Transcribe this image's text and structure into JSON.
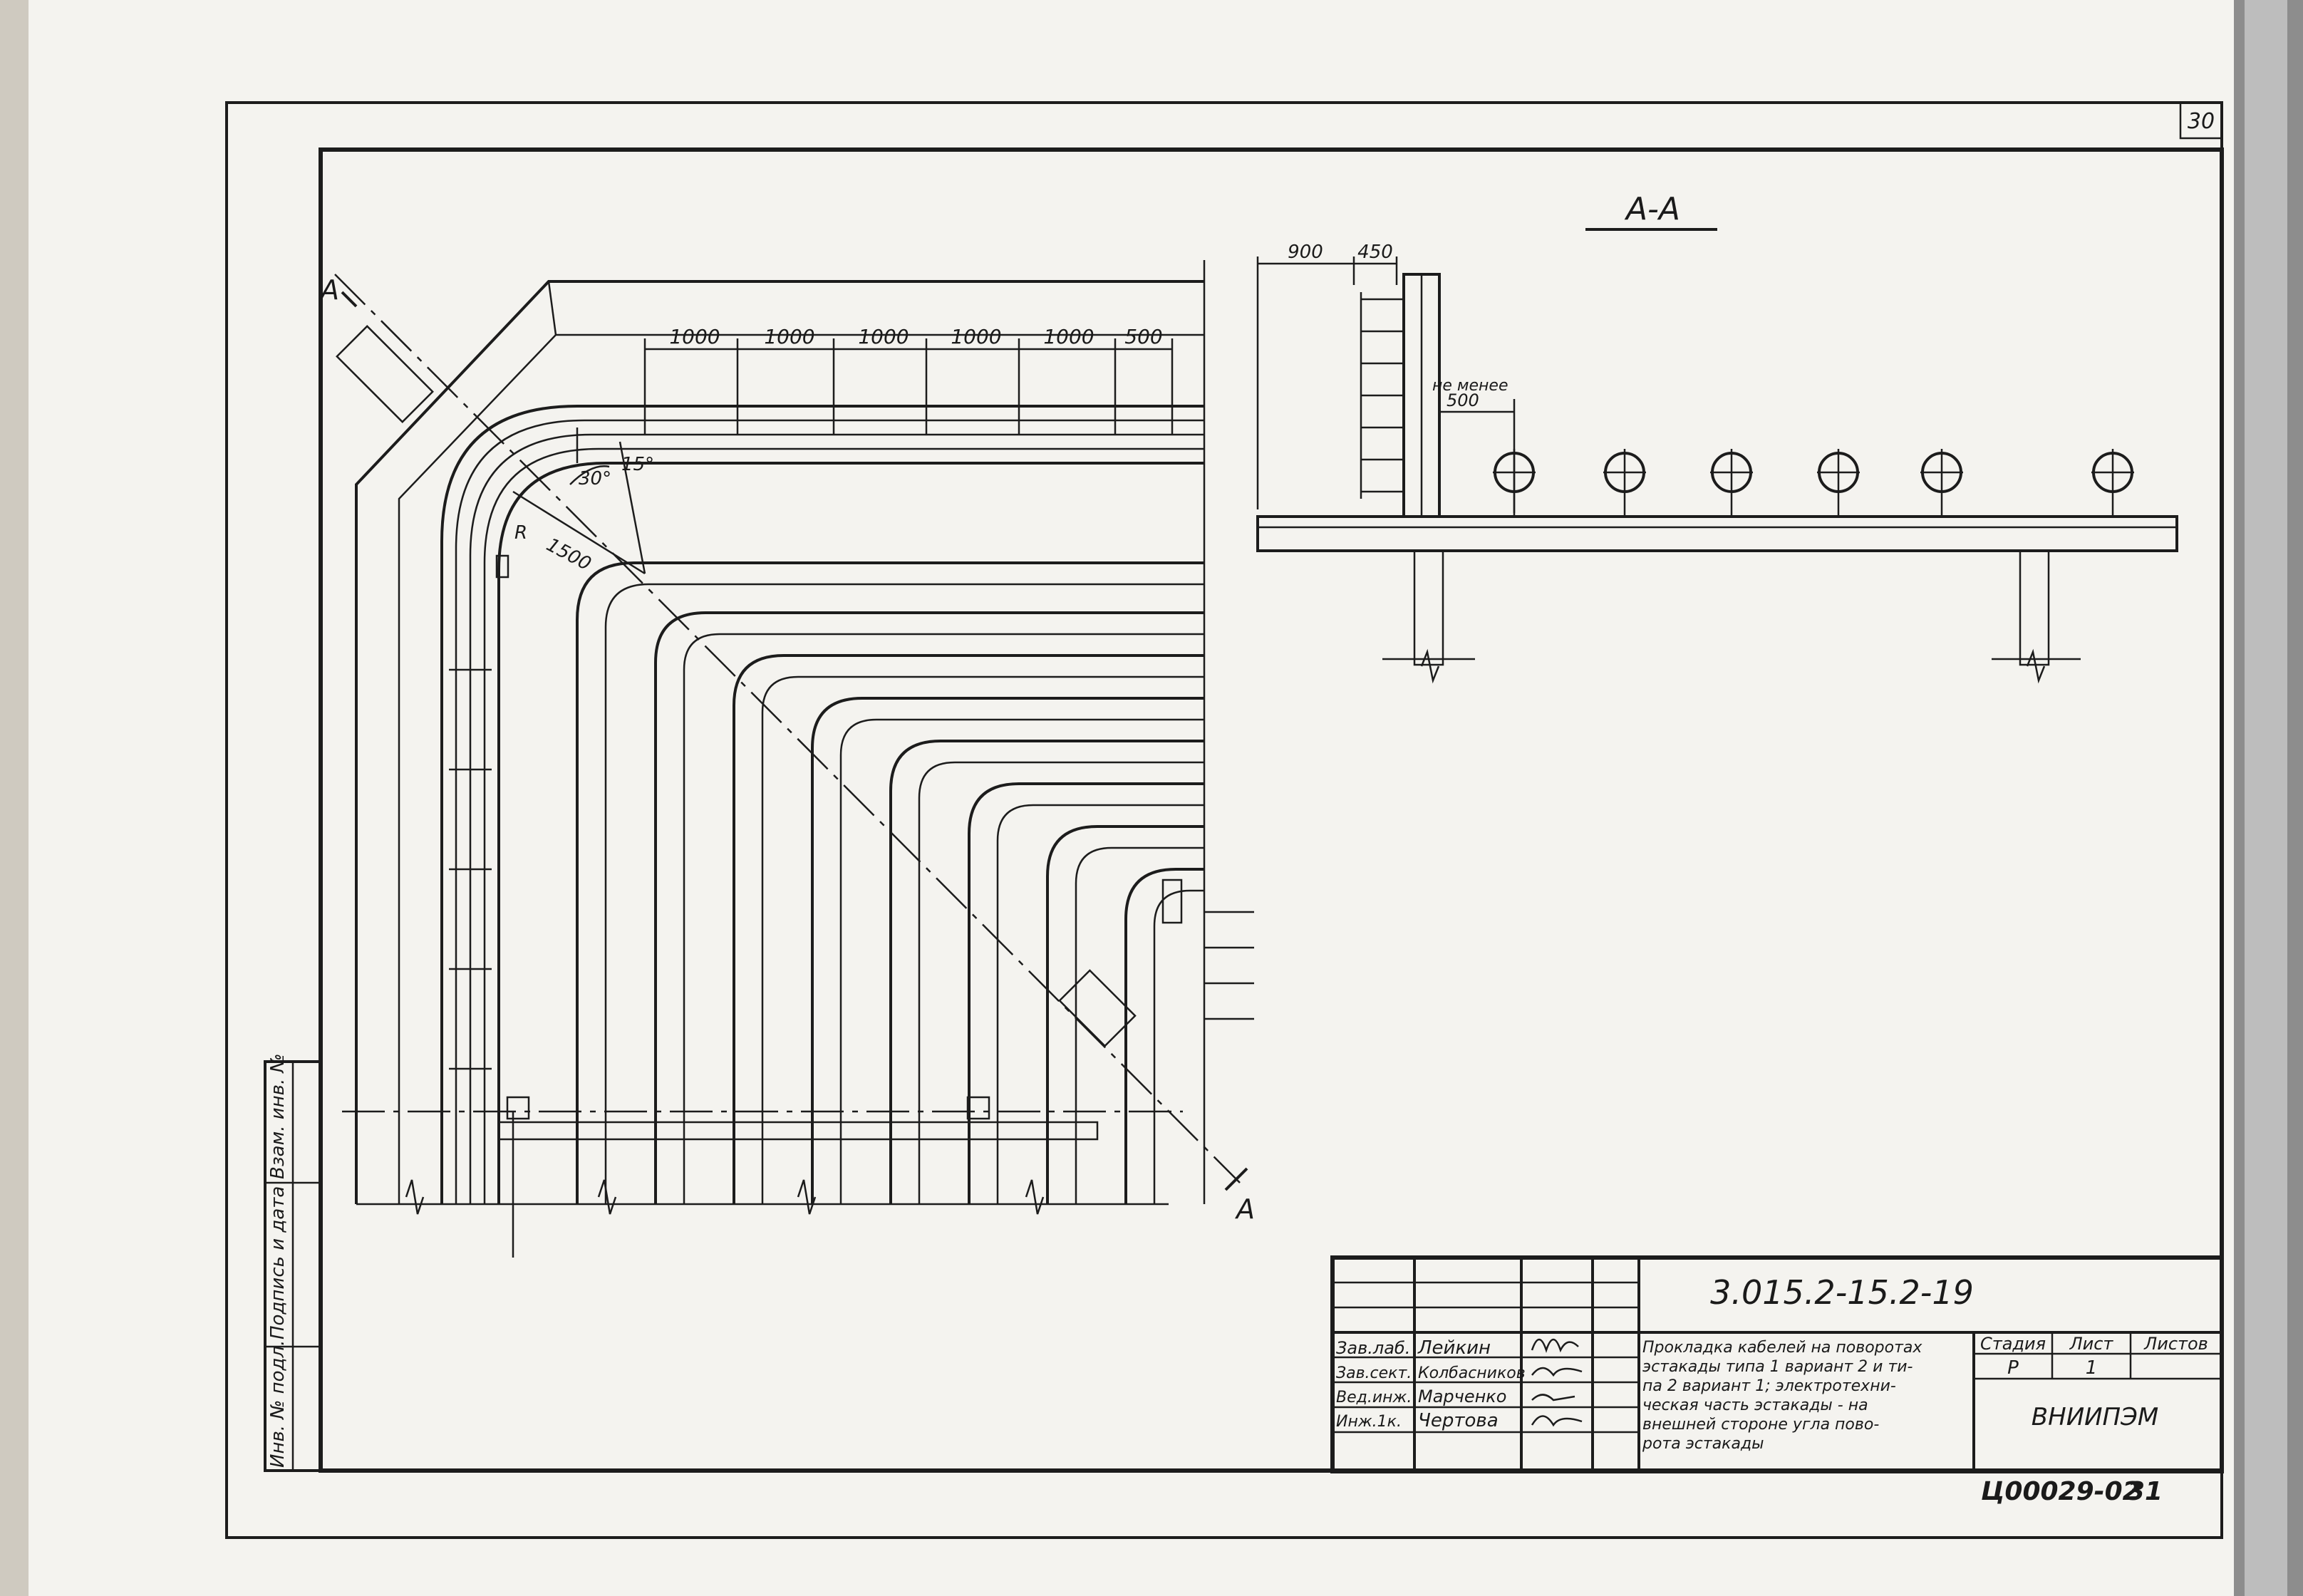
{
  "sheet": {
    "page_number_top": "30",
    "section_label": "А-А",
    "cut_label": "А",
    "stamp_code": "Ц00029-02",
    "page_number_bottom": "31"
  },
  "dimensions": {
    "run": [
      "1000",
      "1000",
      "1000",
      "1000",
      "1000",
      "500"
    ],
    "section_top": [
      "900",
      "450"
    ],
    "min_gap_label": "не менее",
    "min_gap_value": "500",
    "angle_30": "30°",
    "angle_15": "15°",
    "radius_letter": "R",
    "radius_value": "1500"
  },
  "side_strip": {
    "cells": [
      "Инв. № подл.",
      "Подпись и дата",
      "Взам. инв. №"
    ]
  },
  "title_block": {
    "designation": "3.015.2-15.2-19",
    "roles": [
      {
        "role": "Зав.лаб.",
        "name": "Лейкин"
      },
      {
        "role": "Зав.сект.",
        "name": "Колбасников"
      },
      {
        "role": "Вед.инж.",
        "name": "Марченко"
      },
      {
        "role": "Инж.1к.",
        "name": "Чертова"
      }
    ],
    "title_lines": [
      "Прокладка кабелей на поворотах",
      "эстакады типа 1 вариант 2 и ти-",
      "па 2 вариант 1; электротехни-",
      "ческая часть эстакады - на",
      "внешней стороне угла пово-",
      "рота эстакады"
    ],
    "stage_header": "Стадия",
    "sheet_header": "Лист",
    "sheets_header": "Листов",
    "stage_value": "Р",
    "sheet_value": "1",
    "organization": "ВНИИПЭМ"
  }
}
